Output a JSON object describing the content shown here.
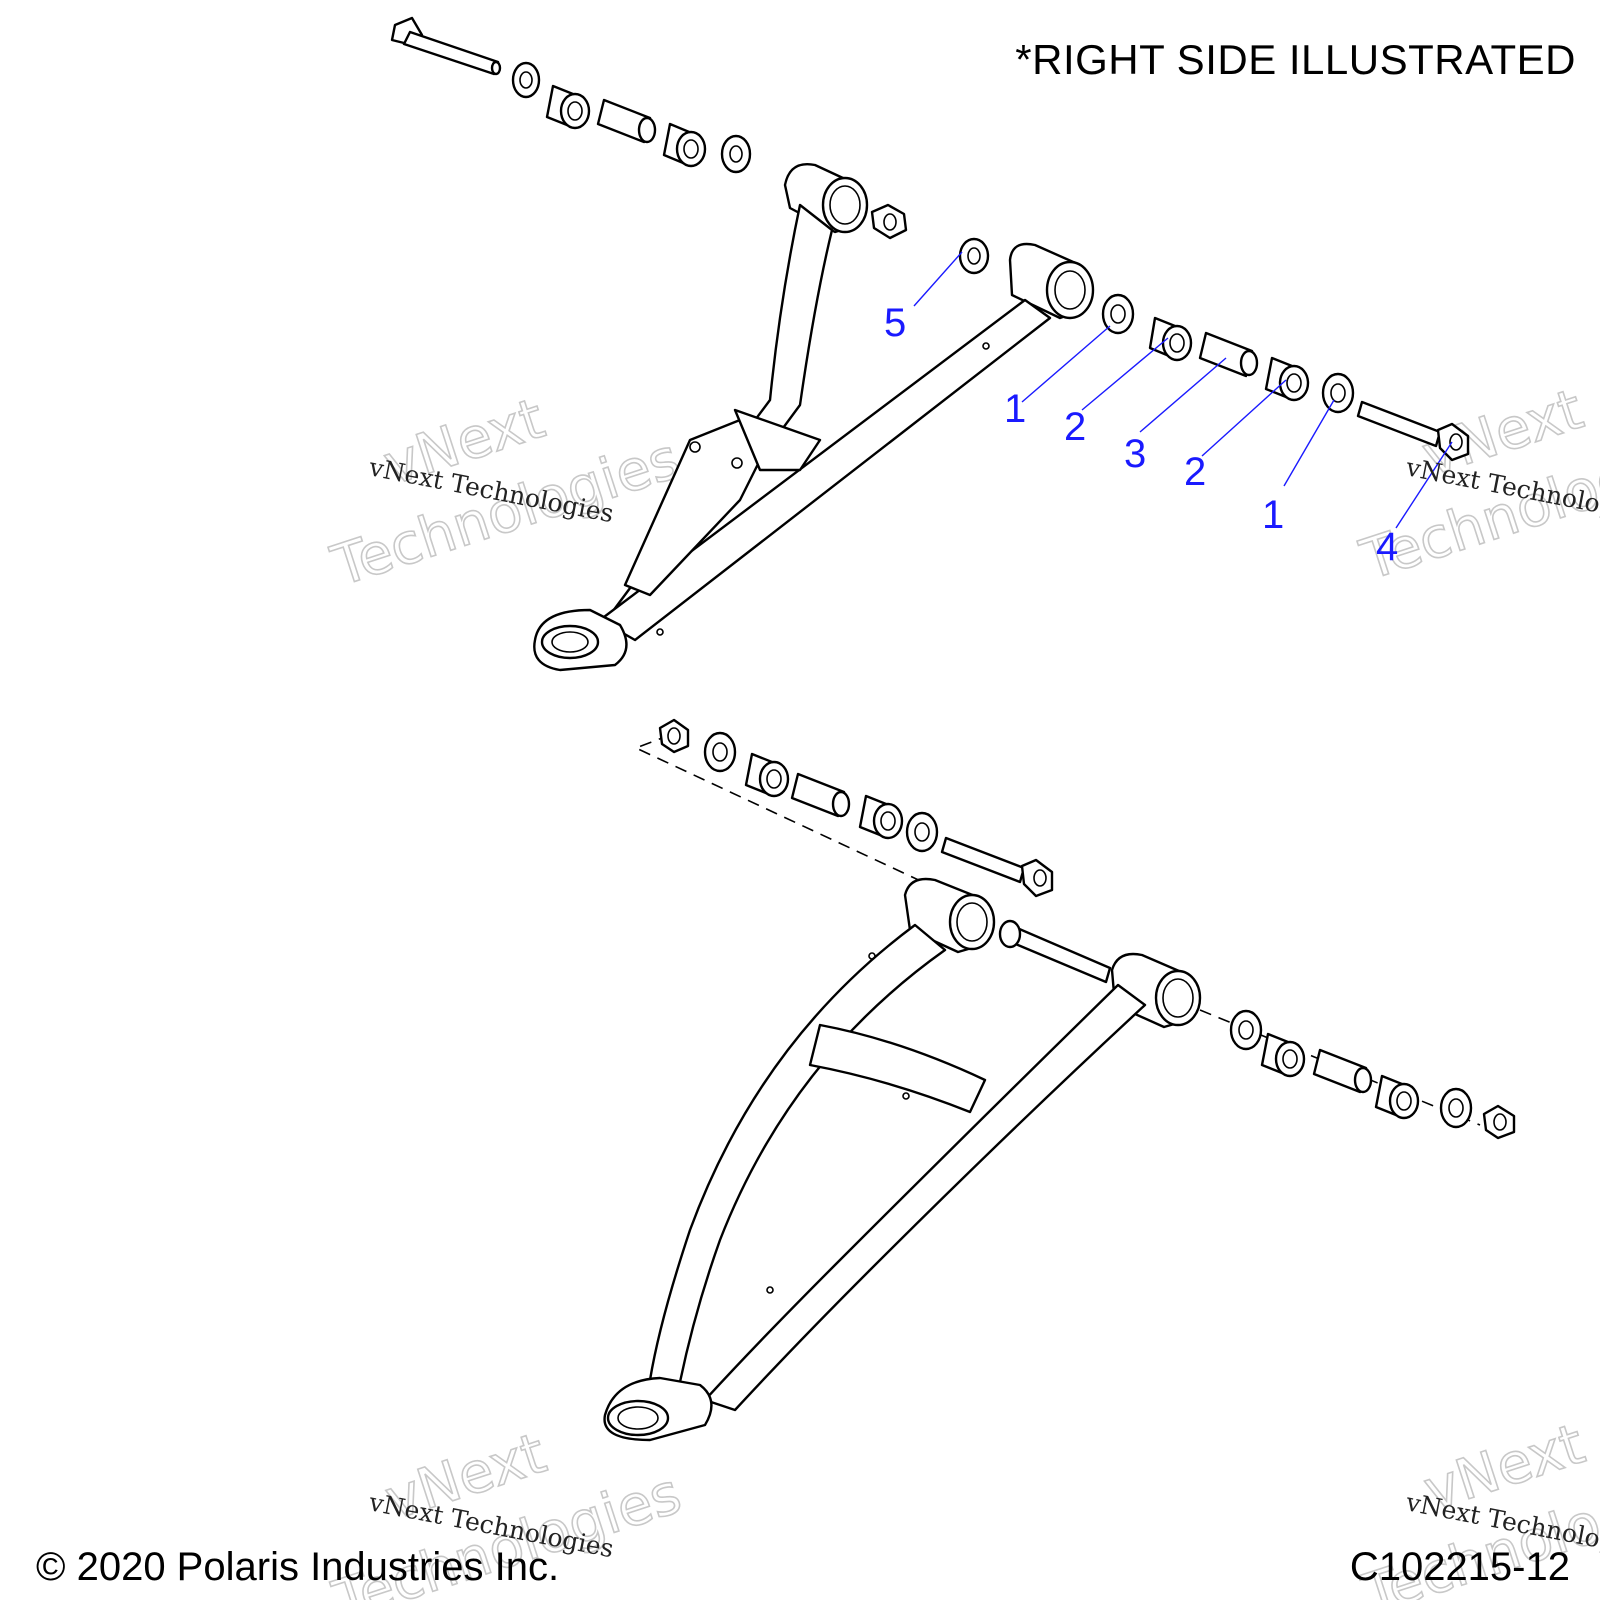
{
  "header": {
    "note": "*RIGHT SIDE ILLUSTRATED"
  },
  "callouts": [
    {
      "label": "5"
    },
    {
      "label": "1"
    },
    {
      "label": "2"
    },
    {
      "label": "3"
    },
    {
      "label": "2"
    },
    {
      "label": "1"
    },
    {
      "label": "4"
    }
  ],
  "watermark": {
    "line1": "vNext",
    "line2": "Technologies",
    "full": "vNext Technologies"
  },
  "footer": {
    "copyright": "© 2020 Polaris Industries Inc.",
    "drawing_id": "C102215-12"
  },
  "colors": {
    "callout": "#1a1aff",
    "line": "#000000",
    "watermark_outline": "#c8c8c8"
  }
}
